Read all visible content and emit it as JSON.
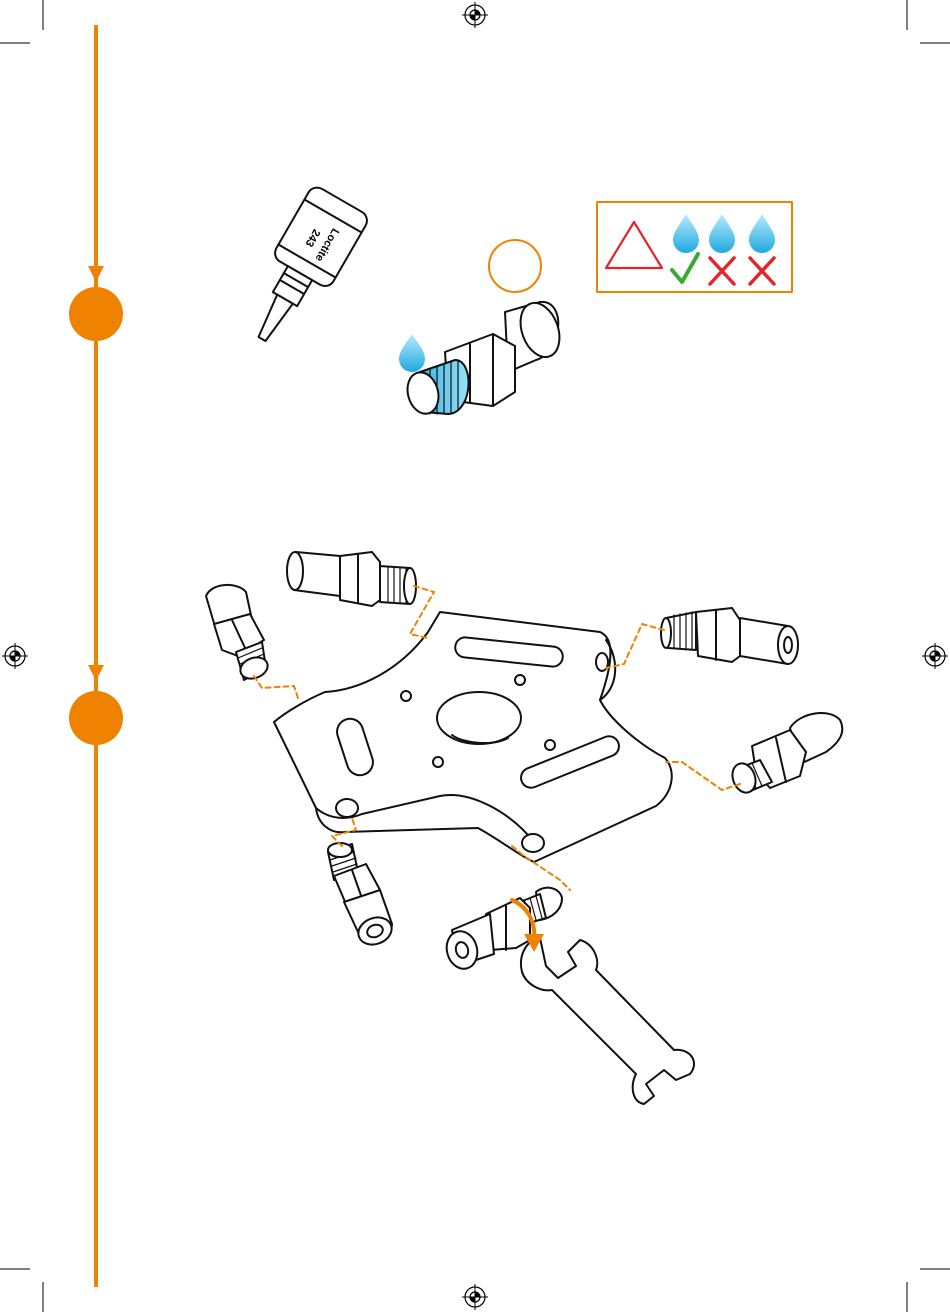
{
  "colors": {
    "accent_orange": "#ef8200",
    "warning_red": "#e3242b",
    "check_green": "#3aaa35",
    "drop_blue": "#5cc8f0",
    "line_black": "#111111"
  },
  "steps": [
    {
      "id": "step-1",
      "marker": "orange-circle"
    },
    {
      "id": "step-2",
      "marker": "orange-circle"
    }
  ],
  "bottle": {
    "brand": "Loctite",
    "code": "243"
  },
  "warning_panel": {
    "icons": [
      "warning-triangle-icon",
      "drop-icon",
      "drop-icon",
      "drop-icon"
    ],
    "checks": [
      "check-icon",
      "cross-icon",
      "cross-icon"
    ]
  },
  "registration_marks": [
    "top",
    "bottom",
    "left",
    "right"
  ]
}
